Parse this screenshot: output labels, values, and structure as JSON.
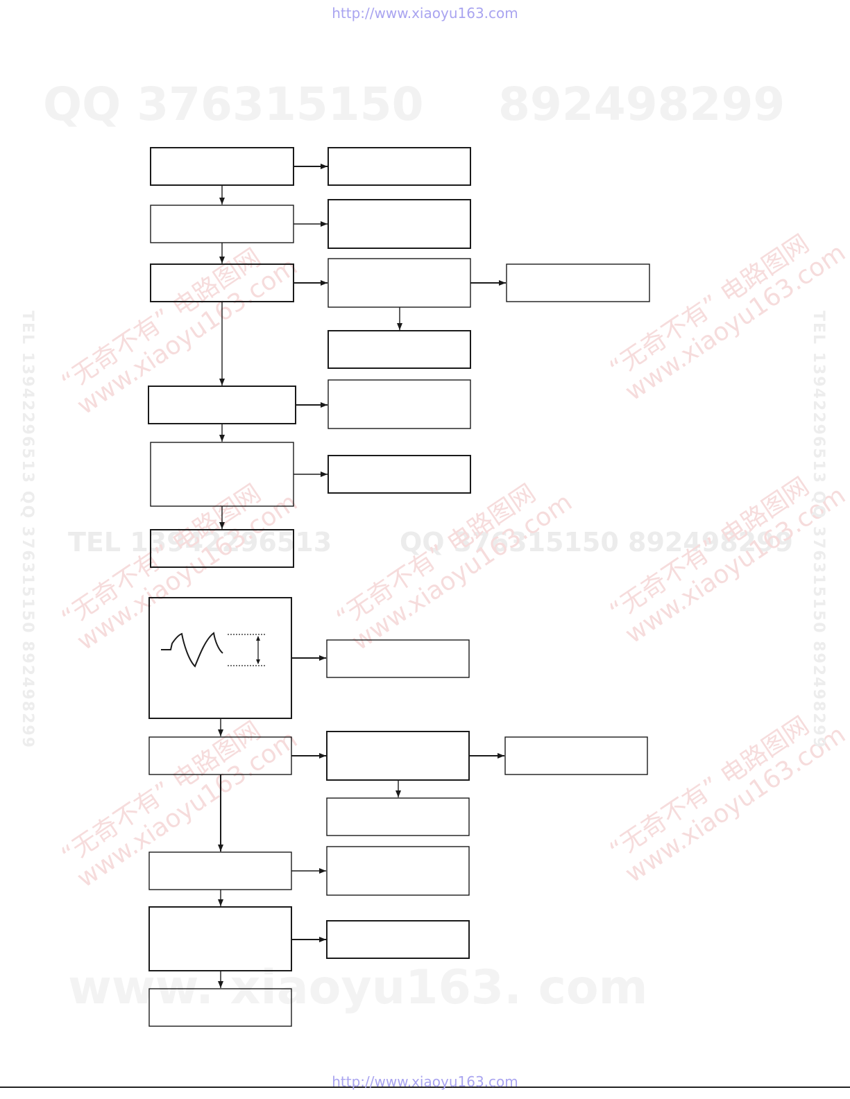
{
  "header": {
    "url": "http://www.xiaoyu163.com"
  },
  "footer": {
    "url": "http://www.xiaoyu163.com"
  },
  "watermarks": {
    "qq_big": "QQ 376315150",
    "qq_big2": "892498299",
    "tel_mid": "TEL 13942296513",
    "qq_mid": "QQ  376315150  892498299",
    "site_big": "www. xiaoyu163. com",
    "red_line1": "“无奇不有” 电路图网",
    "red_line2": "www.xiaoyu163.com",
    "vertical": "TEL 13942296513  QQ 376315150  892498299"
  },
  "colors": {
    "line": "#1a1a1a",
    "watermark_red": "#f6dcdc",
    "url_blue": "#a9a4f0"
  }
}
